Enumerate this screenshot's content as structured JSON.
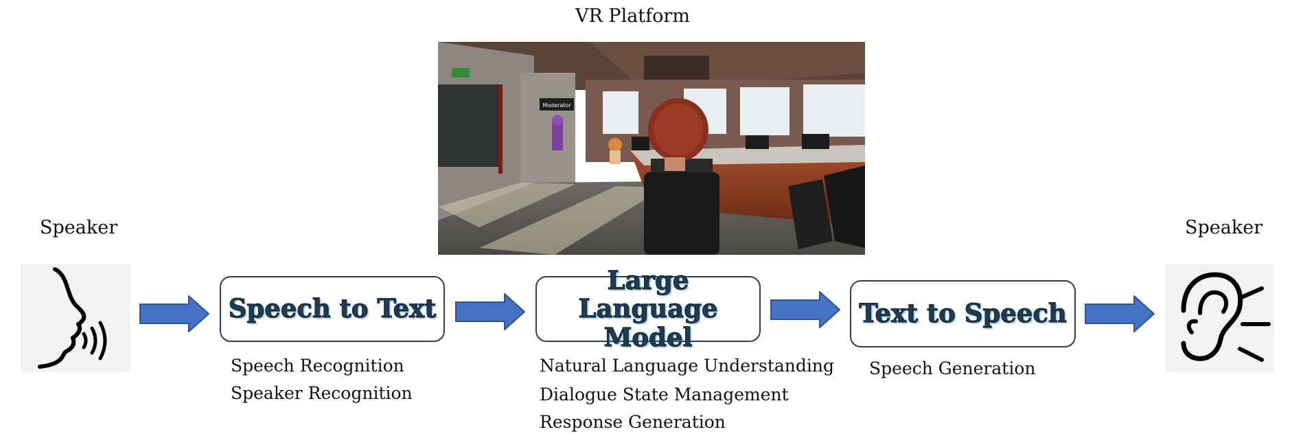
{
  "platform": {
    "title": "VR Platform",
    "scene_tag": "Moderator"
  },
  "input": {
    "label": "Speaker",
    "icon": "speaking-head-icon"
  },
  "output": {
    "label": "Speaker",
    "icon": "ear-icon"
  },
  "stages": [
    {
      "title_lines": [
        "Speech to Text"
      ],
      "details": [
        "Speech Recognition",
        "Speaker Recognition"
      ]
    },
    {
      "title_lines": [
        "Large Language",
        "Model"
      ],
      "details": [
        "Natural Language Understanding",
        "Dialogue State Management",
        "Response Generation"
      ]
    },
    {
      "title_lines": [
        "Text to Speech"
      ],
      "details": [
        "Speech Generation"
      ]
    }
  ],
  "colors": {
    "arrow": "#4472c4",
    "arrow_border": "#2f5597",
    "box_border": "#2e3d57",
    "title_text": "#1d3d55"
  }
}
